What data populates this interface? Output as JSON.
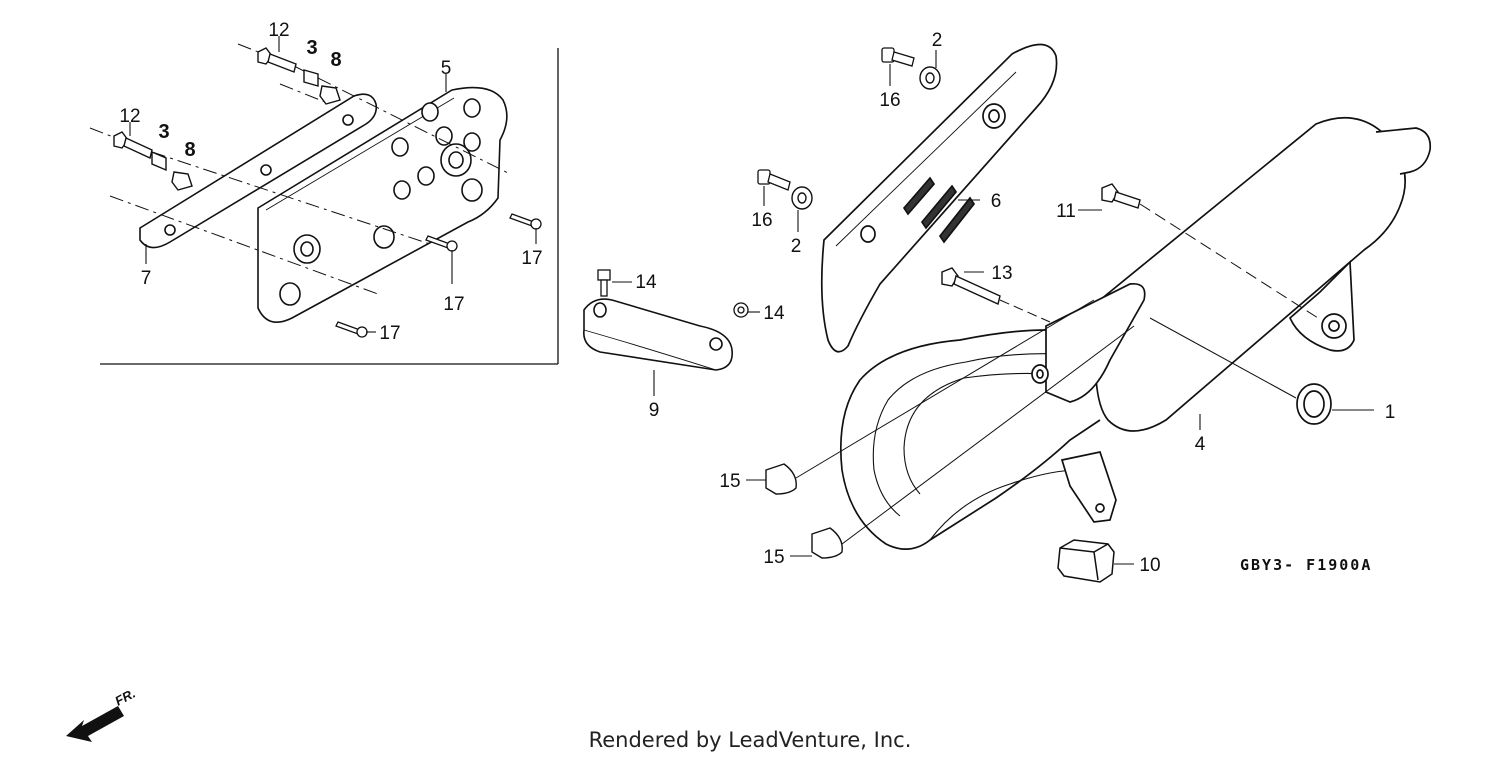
{
  "diagram_code": "GBY3- F1900A",
  "direction_label": "FR.",
  "footer": "Rendered by LeadVenture, Inc.",
  "callouts": {
    "c1": "1",
    "c2a": "2",
    "c2b": "2",
    "c3a": "3",
    "c3b": "3",
    "c4": "4",
    "c5": "5",
    "c6": "6",
    "c7": "7",
    "c8a": "8",
    "c8b": "8",
    "c9": "9",
    "c10": "10",
    "c11": "11",
    "c12a": "12",
    "c12b": "12",
    "c13": "13",
    "c14a": "14",
    "c14b": "14",
    "c15a": "15",
    "c15b": "15",
    "c16a": "16",
    "c16b": "16",
    "c17a": "17",
    "c17b": "17",
    "c17c": "17"
  }
}
